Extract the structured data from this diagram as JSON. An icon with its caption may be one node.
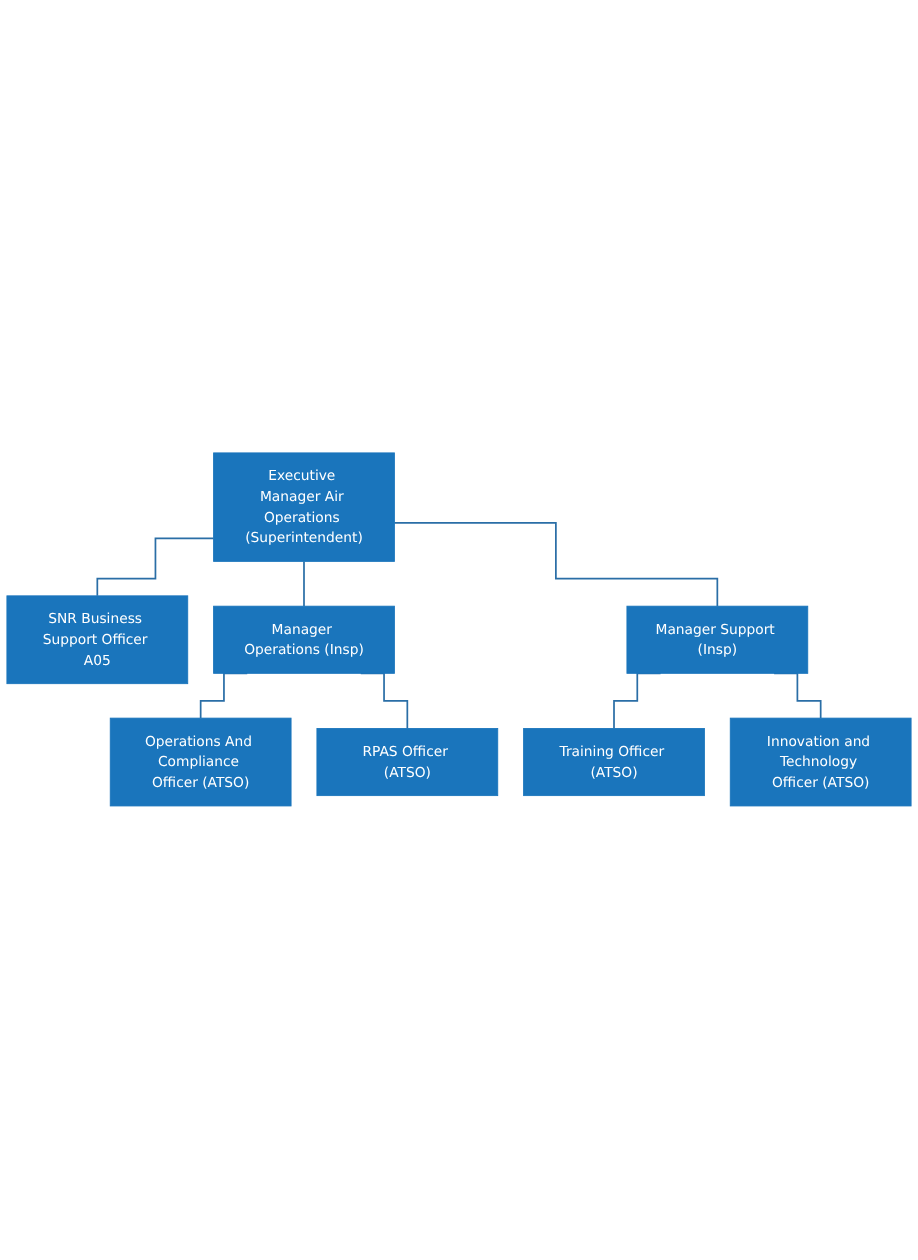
{
  "diagram": {
    "nodes": [
      {
        "text": [
          "Executive Manager Air Operations (Superintendent)"
        ]
      },
      {
        "text": [
          "SNR Business Support Officer A05"
        ]
      },
      {
        "text": [
          "Manager Operations (Insp)"
        ]
      },
      {
        "text": [
          "Manager Support (Insp)"
        ]
      },
      {
        "text": [
          "Operations And Compliance Officer (ATSO)"
        ]
      },
      {
        "text": [
          "RPAS Officer (ATSO)"
        ]
      },
      {
        "text": [
          "Training Officer (ATSO)"
        ]
      },
      {
        "text": [
          "Innovation and Technology Officer (ATSO)"
        ]
      }
    ],
    "edges": [
      {
        "from": 0,
        "to": 1,
        "arrow": "none"
      },
      {
        "from": 0,
        "to": 2,
        "arrow": "none"
      },
      {
        "from": 0,
        "to": 3,
        "arrow": "none"
      },
      {
        "from": 2,
        "to": 4,
        "arrow": "none"
      },
      {
        "from": 2,
        "to": 5,
        "arrow": "none"
      },
      {
        "from": 3,
        "to": 6,
        "arrow": "none"
      },
      {
        "from": 3,
        "to": 7,
        "arrow": "none"
      }
    ]
  }
}
